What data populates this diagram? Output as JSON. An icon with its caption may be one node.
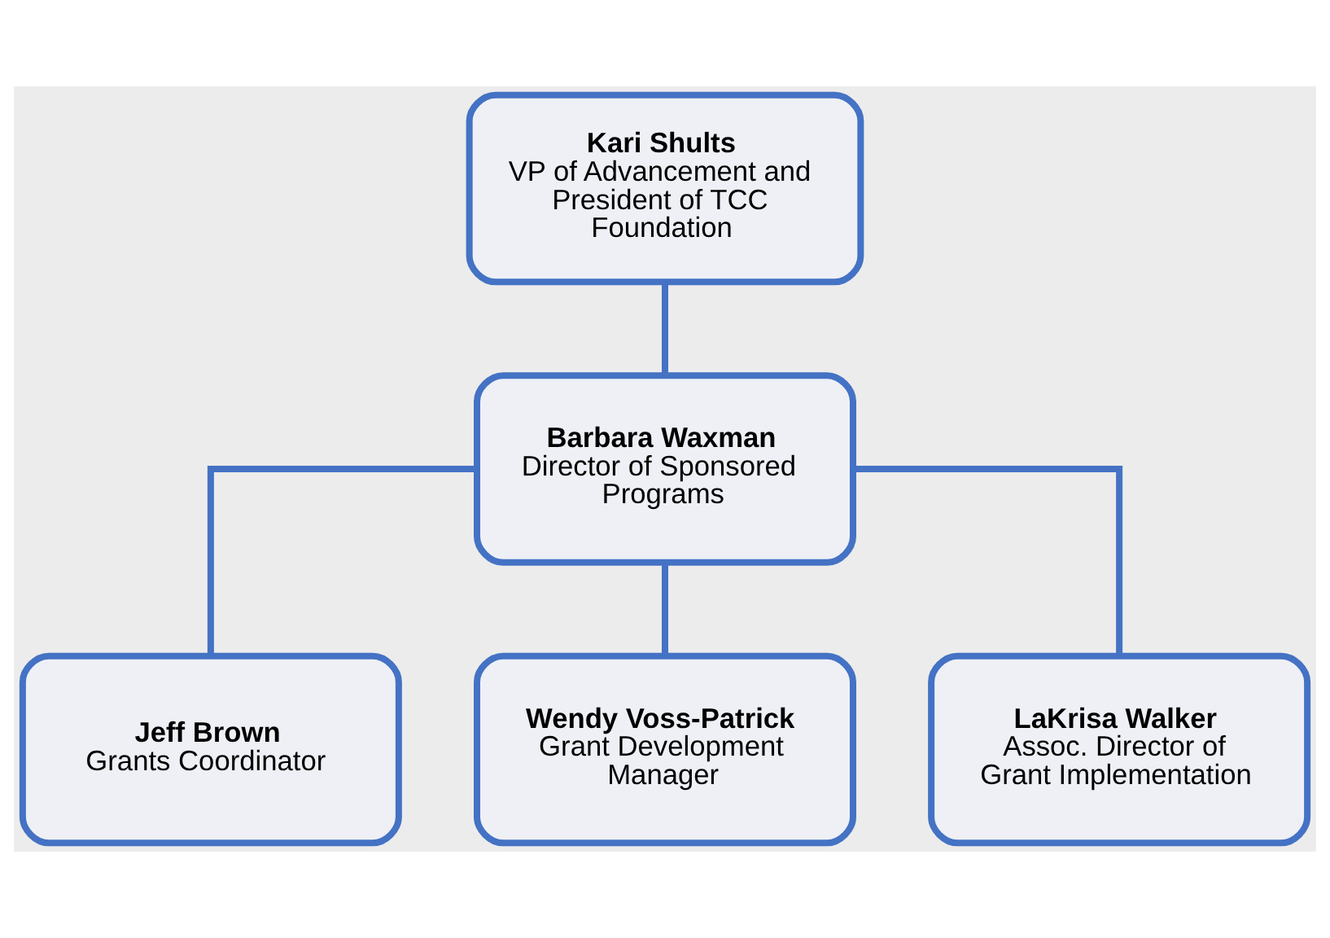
{
  "diagram": {
    "nodes": [
      {
        "text": [
          "Kari Shults",
          "VP of Advancement and President of TCC Foundation"
        ]
      },
      {
        "text": [
          "Barbara Waxman",
          "Director of Sponsored Programs"
        ]
      },
      {
        "text": [
          "Jeff Brown",
          "Grants Coordinator"
        ]
      },
      {
        "text": [
          "Wendy Voss-Patrick",
          "Grant Development Manager"
        ]
      },
      {
        "text": [
          "LaKrisa Walker",
          "Assoc. Director of Grant Implementation"
        ]
      }
    ],
    "edges": [
      {
        "from": 0,
        "to": 1,
        "arrow": "none"
      },
      {
        "from": 1,
        "to": 2,
        "arrow": "none"
      },
      {
        "from": 1,
        "to": 3,
        "arrow": "none"
      },
      {
        "from": 1,
        "to": 4,
        "arrow": "none"
      }
    ]
  }
}
